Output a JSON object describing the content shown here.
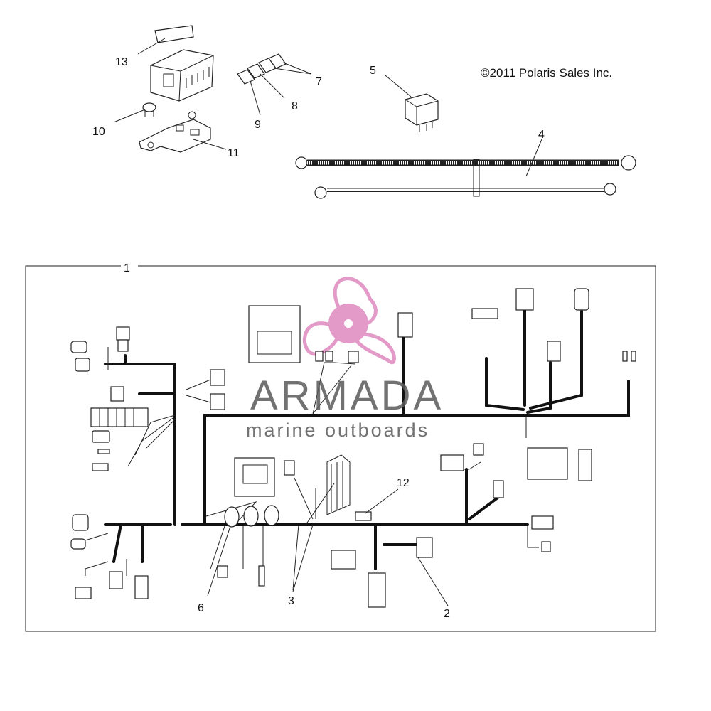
{
  "copyright": "©2011 Polaris Sales Inc.",
  "watermark": {
    "title": "ARMADA",
    "subtitle": "marine outboards",
    "logo_color": "#e39ac8",
    "text_color": "#5a5a5a"
  },
  "callouts": [
    "1",
    "2",
    "3",
    "4",
    "5",
    "6",
    "7",
    "8",
    "9",
    "10",
    "11",
    "12",
    "13"
  ]
}
